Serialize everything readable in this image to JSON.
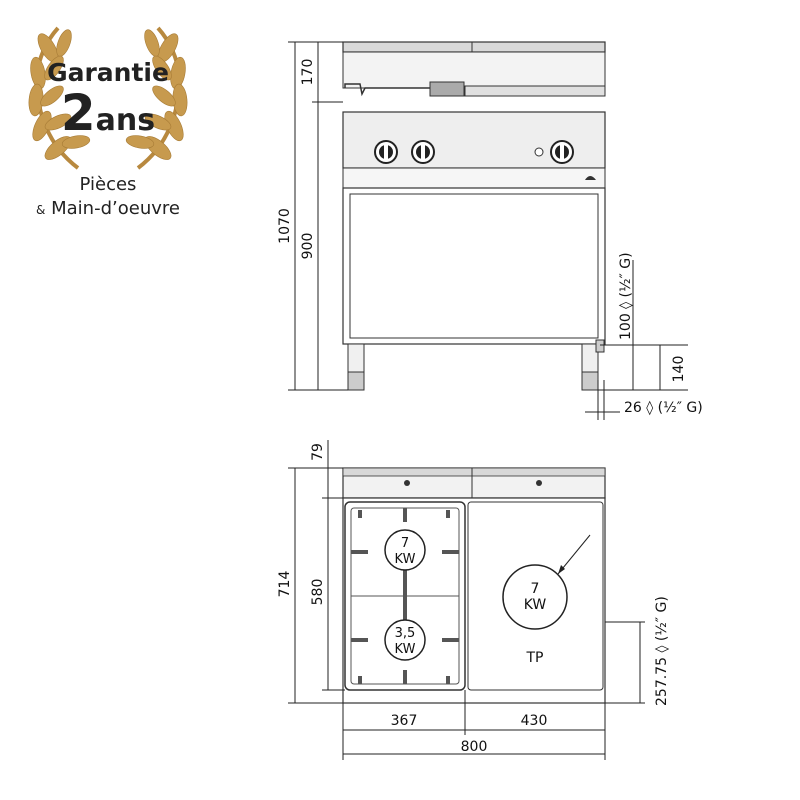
{
  "badge": {
    "line1": "Garantie",
    "number": "2",
    "unit": "ans",
    "caption1": "Pièces",
    "caption2_prefix": "&",
    "caption2": "Main-d’oeuvre",
    "laurel_color": "#c79a4e"
  },
  "front_view": {
    "dim_top": "170",
    "dim_total_height": "1070",
    "dim_work_height": "900",
    "gas_inlet_height": "100",
    "gas_inlet_spec": "(½″ G)",
    "dim_foot": "140",
    "dim_inlet_offset": "26",
    "inlet_spec_bottom": "(½″ G)"
  },
  "top_view": {
    "dim_back": "79",
    "dim_depth": "714",
    "dim_inner": "580",
    "burner_big_value": "7",
    "burner_big_unit": "KW",
    "burner_small_value": "3,5",
    "burner_small_unit": "KW",
    "plate_value": "7",
    "plate_unit": "KW",
    "plate_label": "TP",
    "inlet_distance": "257.75",
    "inlet_spec": "(½″ G)",
    "width_left": "367",
    "width_right": "430",
    "width_total": "800"
  },
  "colors": {
    "steel": "#e6e6e6",
    "steel_dark": "#bdbdbd",
    "grill": "#666666"
  }
}
